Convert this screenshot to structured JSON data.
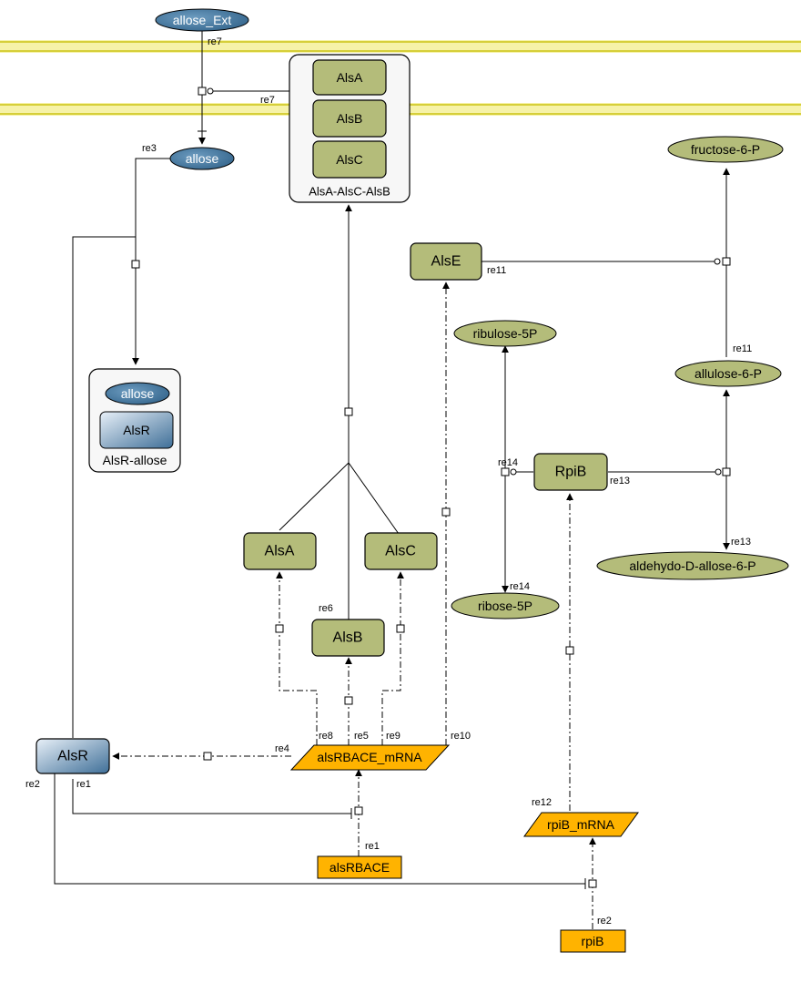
{
  "species": {
    "allose_ext": "allose_Ext",
    "allose": "allose",
    "alsR_allose_complex": "AlsR-allose",
    "alsR_allose_inner_allose": "allose",
    "alsR_allose_inner_alsR": "AlsR",
    "transporter_complex": "AlsA-AlsC-AlsB",
    "transporter_alsA": "AlsA",
    "transporter_alsB": "AlsB",
    "transporter_alsC": "AlsC",
    "fructose_6p": "fructose-6-P",
    "alsE": "AlsE",
    "ribulose_5p": "ribulose-5P",
    "allulose_6p": "allulose-6-P",
    "rpiB": "RpiB",
    "aldehydo_allose_6p": "aldehydo-D-allose-6-P",
    "ribose_5p": "ribose-5P",
    "alsA": "AlsA",
    "alsC": "AlsC",
    "alsB": "AlsB",
    "alsR": "AlsR",
    "alsRBACE_mRNA": "alsRBACE_mRNA",
    "alsRBACE_gene": "alsRBACE",
    "rpiB_mRNA": "rpiB_mRNA",
    "rpiB_gene": "rpiB"
  },
  "reactions": {
    "re7a": "re7",
    "re7b": "re7",
    "re3": "re3",
    "re11a": "re11",
    "re11b": "re11",
    "re14a": "re14",
    "re14b": "re14",
    "re13a": "re13",
    "re13b": "re13",
    "re6": "re6",
    "re8": "re8",
    "re5": "re5",
    "re9": "re9",
    "re10": "re10",
    "re4": "re4",
    "re1a": "re1",
    "re1b": "re1",
    "re2a": "re2",
    "re2b": "re2",
    "re12": "re12"
  },
  "colors": {
    "membrane": "#f3ee9a",
    "membrane_line": "#d8d040",
    "protein_fill": "#b4bc7a",
    "metabolite_fill": "#b4bc7a",
    "allose_fill": "#4a7aa0",
    "mrna_fill": "#ffb300",
    "gene_fill": "#ffb300"
  }
}
